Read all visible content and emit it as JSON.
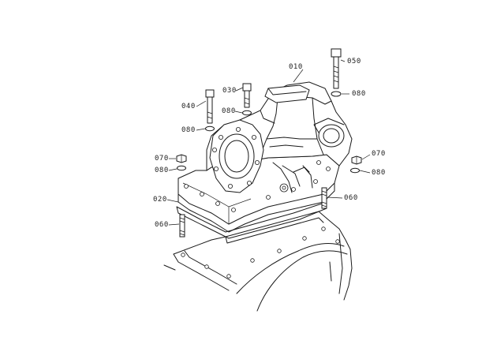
{
  "parts": {
    "p010": "010",
    "p020": "020",
    "p030": "030",
    "p040": "040",
    "p050": "050",
    "p060_left": "060",
    "p060_right": "060",
    "p070_left": "070",
    "p070_right": "070",
    "p080_top_center": "080",
    "p080_left_upper": "080",
    "p080_left_lower": "080",
    "p080_top_right": "080",
    "p080_right_lower": "080"
  }
}
